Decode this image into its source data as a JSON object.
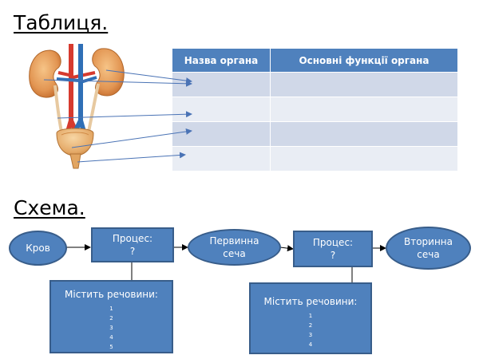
{
  "titles": {
    "table": "Таблиця.",
    "scheme": "Схема."
  },
  "table": {
    "headers": [
      "Назва органа",
      "Основні функції органа"
    ],
    "rows": 4
  },
  "scheme": {
    "blood": "Кров",
    "process1": {
      "line1": "Процес:",
      "line2": "?"
    },
    "primary_urine": {
      "line1": "Первинна",
      "line2": "сеча"
    },
    "process2": {
      "line1": "Процес:",
      "line2": "?"
    },
    "secondary_urine": {
      "line1": "Вторинна",
      "line2": "сеча"
    },
    "contains1": {
      "label": "Містить речовини:",
      "items": [
        "1",
        "2",
        "3",
        "4",
        "5"
      ]
    },
    "contains2": {
      "label": "Містить речовини:",
      "items": [
        "1",
        "2",
        "3",
        "4"
      ]
    }
  },
  "colors": {
    "box_fill": "#4f81bd",
    "box_border": "#385d8a",
    "table_header": "#4f81bd",
    "table_row_a": "#d0d8e8",
    "table_row_b": "#e9edf4",
    "pointer_arrows": "#4a73b5"
  }
}
